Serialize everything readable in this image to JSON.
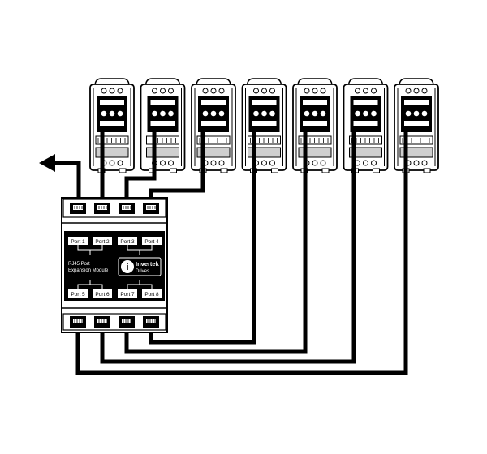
{
  "module": {
    "title_line1": "RJ45 Port",
    "title_line2": "Expansion Module",
    "brand": "Invertek",
    "brand_sub": "Drives",
    "brand_mark": "i",
    "top_ports": [
      "Port 1",
      "Port 2",
      "Port 3",
      "Port 4"
    ],
    "bottom_ports": [
      "Port 5",
      "Port 6",
      "Port 7",
      "Port 8"
    ]
  },
  "drives": {
    "count": 7
  },
  "colors": {
    "ink": "#000000",
    "paper": "#ffffff",
    "shade": "#cfcfcf"
  },
  "icons": [
    "arrow-left-icon",
    "invertek-logo-icon"
  ]
}
